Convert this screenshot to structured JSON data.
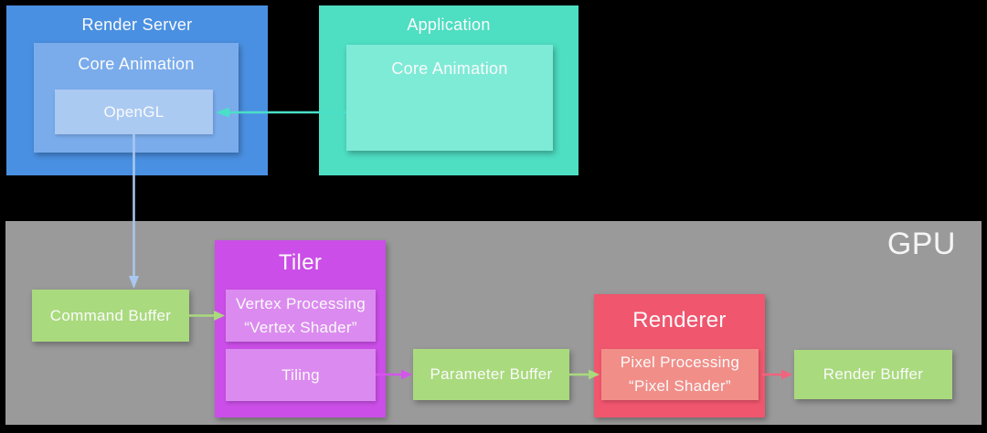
{
  "colors": {
    "background": "#000000",
    "render-server": "#4A90E2",
    "core-animation-blue": "#7AACEC",
    "opengl": "#ABCAF2",
    "application": "#4EDEC2",
    "core-animation-teal": "#7EEBD7",
    "gpu": "#9A9A9A",
    "buffer-green": "#A9DA7D",
    "tiler-magenta": "#CB4EE8",
    "tiler-inner": "#DB8BEF",
    "renderer-red": "#F0566E",
    "renderer-inner": "#F18E88",
    "arrow-teal": "#4ADFC7",
    "arrow-blue": "#A9C8F0",
    "arrow-green": "#A9DA7D",
    "arrow-magenta": "#D355EA",
    "arrow-pink": "#F2637E",
    "text": "#FAFAFA"
  },
  "render_server": {
    "title": "Render Server",
    "core_animation": {
      "title": "Core Animation",
      "opengl": {
        "title": "OpenGL"
      }
    }
  },
  "application": {
    "title": "Application",
    "core_animation": {
      "title": "Core Animation"
    }
  },
  "gpu": {
    "title": "GPU",
    "command_buffer": {
      "title": "Command Buffer"
    },
    "tiler": {
      "title": "Tiler",
      "vertex_processing": {
        "line1": "Vertex Processing",
        "line2": "“Vertex Shader”"
      },
      "tiling": {
        "title": "Tiling"
      }
    },
    "parameter_buffer": {
      "title": "Parameter Buffer"
    },
    "renderer": {
      "title": "Renderer",
      "pixel_processing": {
        "line1": "Pixel Processing",
        "line2": "“Pixel Shader”"
      }
    },
    "render_buffer": {
      "title": "Render Buffer"
    }
  },
  "flows": [
    {
      "from": "Application / Core Animation",
      "to": "Render Server / OpenGL"
    },
    {
      "from": "Render Server / OpenGL",
      "to": "GPU / Command Buffer"
    },
    {
      "from": "GPU / Command Buffer",
      "to": "Tiler / Vertex Processing"
    },
    {
      "from": "Tiler / Tiling",
      "to": "GPU / Parameter Buffer"
    },
    {
      "from": "GPU / Parameter Buffer",
      "to": "Renderer / Pixel Processing"
    },
    {
      "from": "Renderer / Pixel Processing",
      "to": "GPU / Render Buffer"
    }
  ]
}
